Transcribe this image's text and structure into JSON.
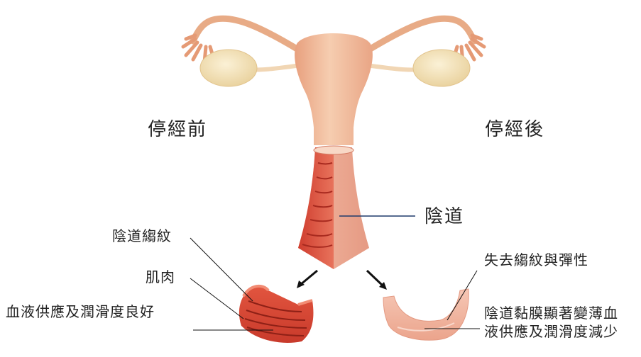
{
  "headings": {
    "before": "停經前",
    "after": "停經後"
  },
  "labels": {
    "vagina": "陰道",
    "rugae": "陰道縐紋",
    "muscle": "肌肉",
    "blood_supply_good": "血液供應及潤滑度良好",
    "loss_rugae": "失去縐紋與彈性",
    "thinning_line1": "陰道黏膜顯著變薄血",
    "thinning_line2": "液供應及潤滑度減少"
  },
  "colors": {
    "tissue_light": "#f3c9a3",
    "tissue_pink": "#f2b9a0",
    "vaginal_red": "#d94b3a",
    "ovary": "#f5e3b8",
    "leader_line": "#1f3a6b"
  }
}
